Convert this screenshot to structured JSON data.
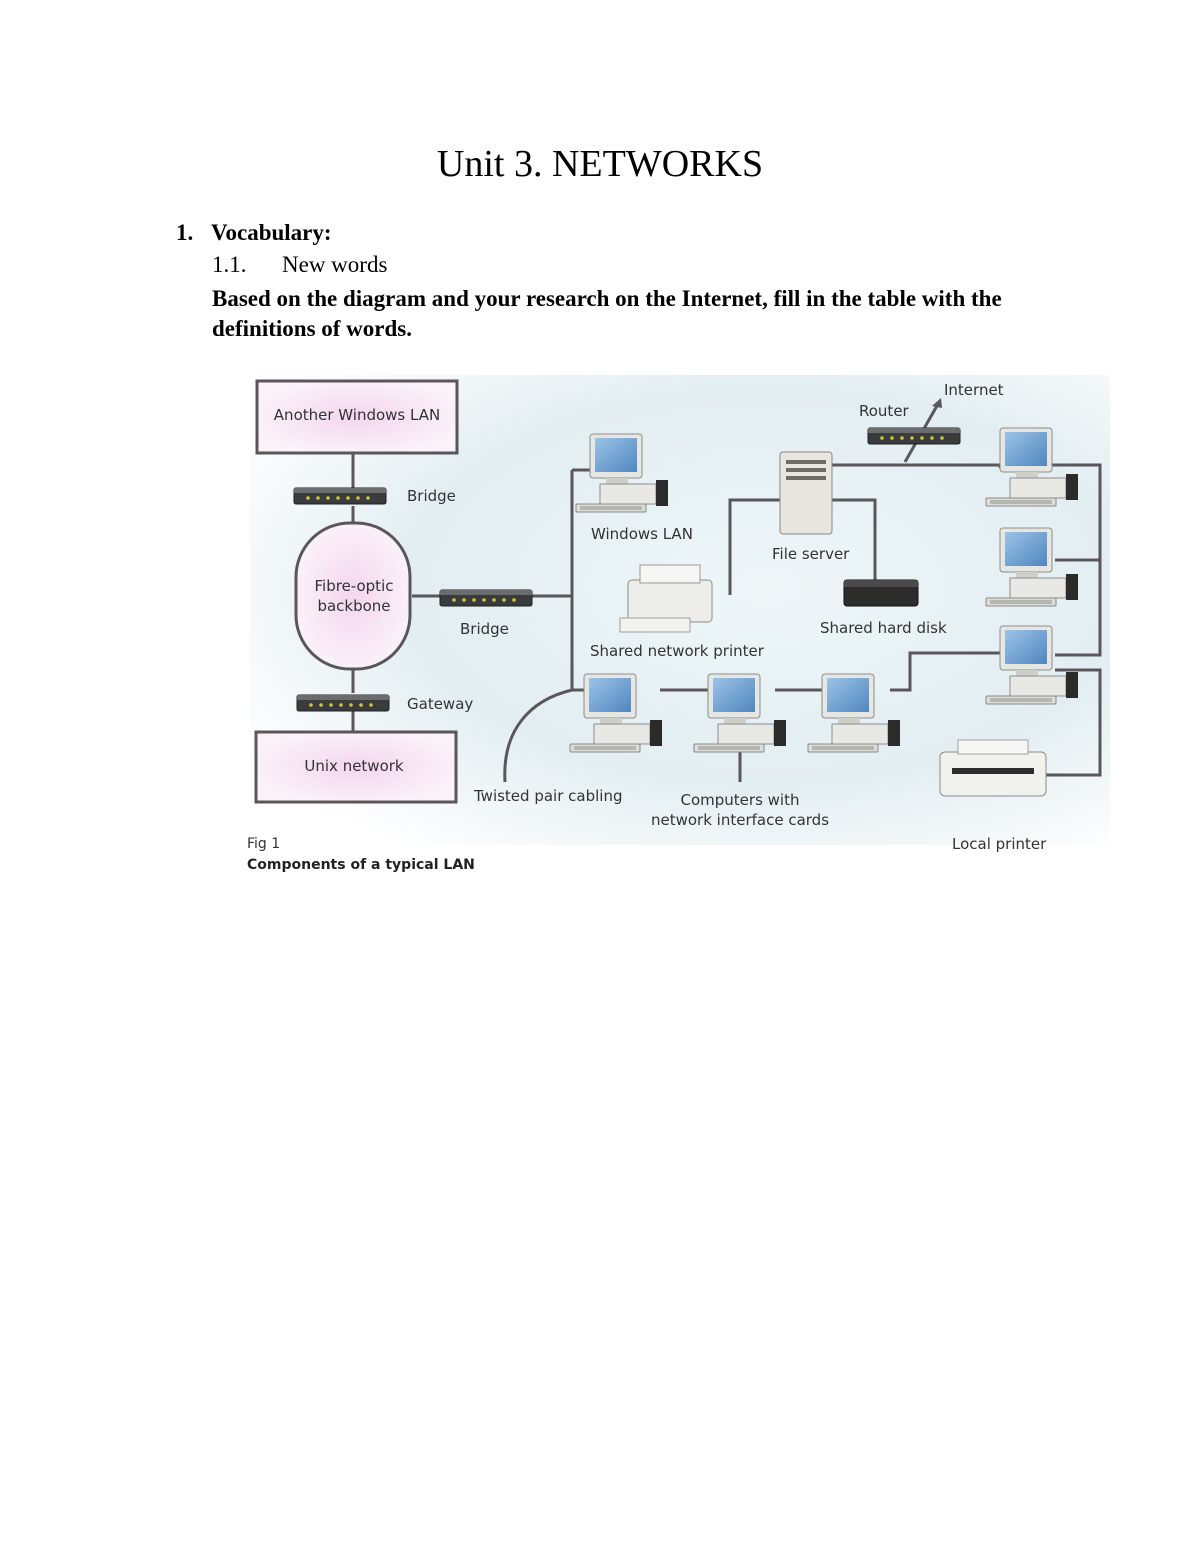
{
  "document": {
    "title": "Unit 3. NETWORKS",
    "section": {
      "number": "1.",
      "label": "Vocabulary:"
    },
    "subsection": {
      "number": "1.1.",
      "label": "New words"
    },
    "instructions": "Based on the diagram and your research on the Internet, fill in the table with the definitions of words."
  },
  "figure": {
    "labels": {
      "another_lan": "Another Windows LAN",
      "bridge_top": "Bridge",
      "backbone_line1": "Fibre-optic",
      "backbone_line2": "backbone",
      "bridge_mid": "Bridge",
      "gateway": "Gateway",
      "unix": "Unix network",
      "windows_lan": "Windows LAN",
      "file_server": "File server",
      "router": "Router",
      "internet": "Internet",
      "shared_printer": "Shared network printer",
      "shared_disk": "Shared hard disk",
      "twisted_pair": "Twisted pair cabling",
      "computers_line1": "Computers with",
      "computers_line2": "network interface cards",
      "local_printer": "Local printer"
    },
    "caption": {
      "fig": "Fig 1",
      "title": "Components of a typical LAN"
    }
  }
}
